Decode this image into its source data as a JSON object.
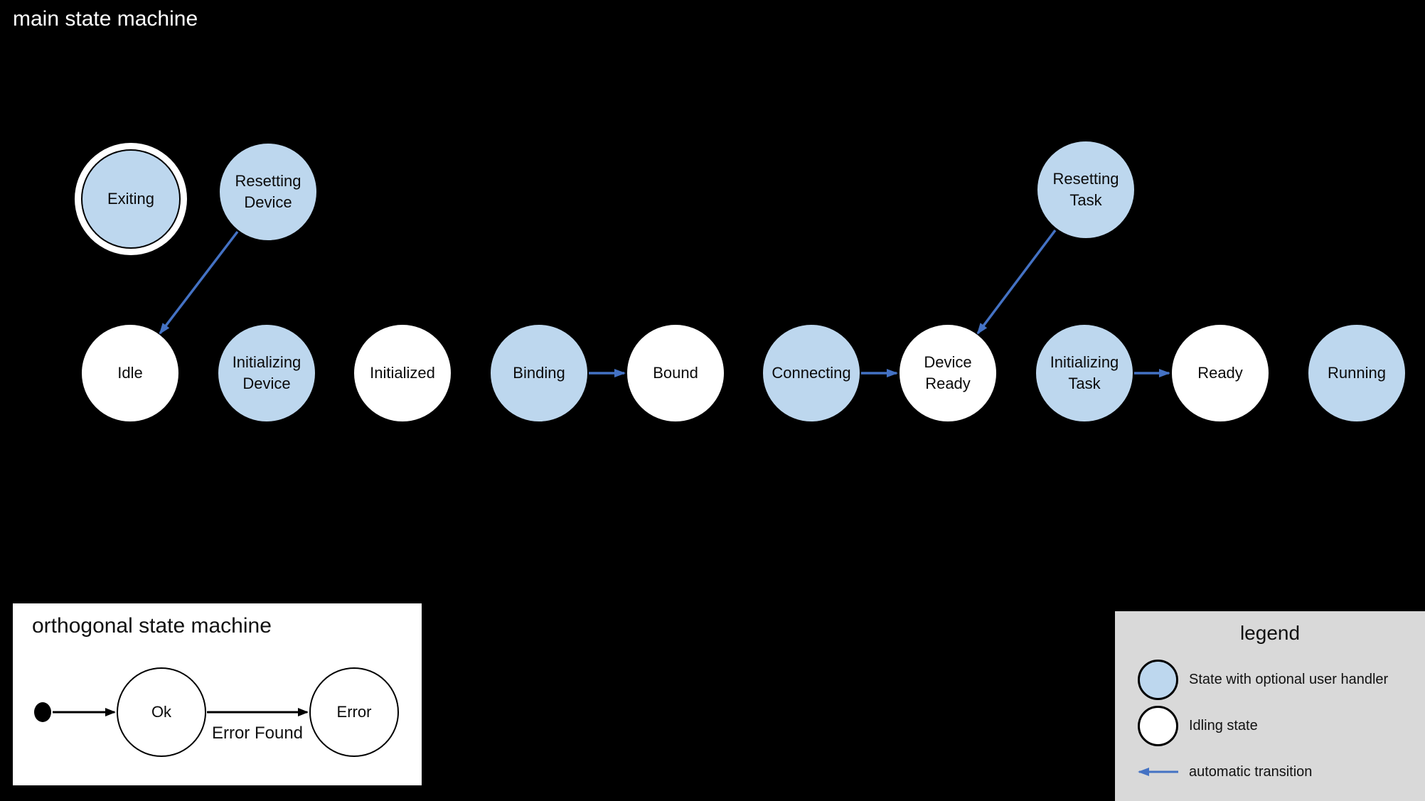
{
  "main_machine": {
    "title": "main state machine",
    "states": [
      {
        "label": "Exiting",
        "kind": "user-handler",
        "final_ring": true
      },
      {
        "label": "Resetting\nDevice",
        "kind": "user-handler"
      },
      {
        "label": "Resetting\nTask",
        "kind": "user-handler"
      },
      {
        "label": "Idle",
        "kind": "idling"
      },
      {
        "label": "Initializing\nDevice",
        "kind": "user-handler"
      },
      {
        "label": "Initialized",
        "kind": "idling"
      },
      {
        "label": "Binding",
        "kind": "user-handler"
      },
      {
        "label": "Bound",
        "kind": "idling"
      },
      {
        "label": "Connecting",
        "kind": "user-handler"
      },
      {
        "label": "Device\nReady",
        "kind": "idling"
      },
      {
        "label": "Initializing\nTask",
        "kind": "user-handler"
      },
      {
        "label": "Ready",
        "kind": "idling"
      },
      {
        "label": "Running",
        "kind": "user-handler"
      }
    ],
    "transitions": [
      {
        "from": "Resetting Device",
        "to": "Idle",
        "type": "automatic"
      },
      {
        "from": "Resetting Task",
        "to": "Device Ready",
        "type": "automatic"
      },
      {
        "from": "Binding",
        "to": "Bound",
        "type": "automatic"
      },
      {
        "from": "Connecting",
        "to": "Device Ready",
        "type": "automatic"
      },
      {
        "from": "Initializing Task",
        "to": "Ready",
        "type": "automatic"
      }
    ]
  },
  "orthogonal_machine": {
    "title": "orthogonal state machine",
    "states": [
      {
        "label": "Ok"
      },
      {
        "label": "Error"
      }
    ],
    "transition_label": "Error Found"
  },
  "legend": {
    "title": "legend",
    "items": [
      {
        "label": "State with optional user handler"
      },
      {
        "label": "Idling state"
      },
      {
        "label": "automatic transition"
      }
    ]
  },
  "colors": {
    "user_handler_state_fill": "#bdd7ee",
    "idling_state_fill": "#ffffff",
    "automatic_transition": "#4472c4",
    "legend_background": "#d9d9d9",
    "background": "#000000"
  }
}
